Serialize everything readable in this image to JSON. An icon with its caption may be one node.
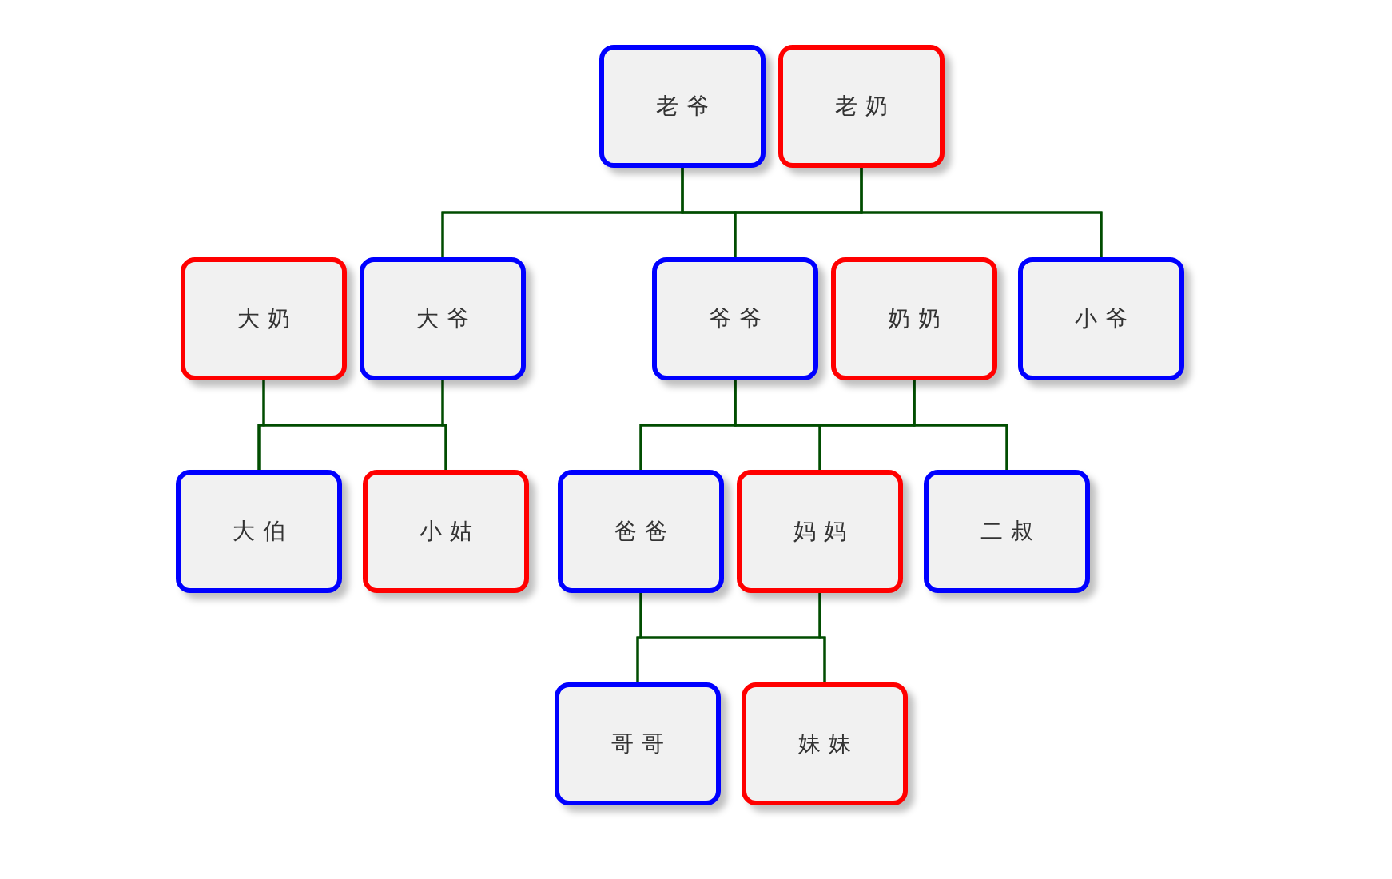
{
  "diagram": {
    "nodes": [
      {
        "text": [
          "老爷"
        ]
      },
      {
        "text": [
          "老奶"
        ]
      },
      {
        "text": [
          "大奶"
        ]
      },
      {
        "text": [
          "大爷"
        ]
      },
      {
        "text": [
          "爷爷"
        ]
      },
      {
        "text": [
          "奶奶"
        ]
      },
      {
        "text": [
          "小爷"
        ]
      },
      {
        "text": [
          "大伯"
        ]
      },
      {
        "text": [
          "小姑"
        ]
      },
      {
        "text": [
          "爸爸"
        ]
      },
      {
        "text": [
          "妈妈"
        ]
      },
      {
        "text": [
          "二叔"
        ]
      },
      {
        "text": [
          "哥哥"
        ]
      },
      {
        "text": [
          "妹妹"
        ]
      }
    ],
    "edges": [
      {
        "from": 0,
        "to": 3,
        "arrow": "none"
      },
      {
        "from": 0,
        "to": 4,
        "arrow": "none"
      },
      {
        "from": 0,
        "to": 6,
        "arrow": "none"
      },
      {
        "from": 1,
        "to": 3,
        "arrow": "none"
      },
      {
        "from": 1,
        "to": 4,
        "arrow": "none"
      },
      {
        "from": 1,
        "to": 6,
        "arrow": "none"
      },
      {
        "from": 2,
        "to": 7,
        "arrow": "none"
      },
      {
        "from": 2,
        "to": 8,
        "arrow": "none"
      },
      {
        "from": 3,
        "to": 7,
        "arrow": "none"
      },
      {
        "from": 3,
        "to": 8,
        "arrow": "none"
      },
      {
        "from": 4,
        "to": 9,
        "arrow": "none"
      },
      {
        "from": 4,
        "to": 10,
        "arrow": "none"
      },
      {
        "from": 4,
        "to": 11,
        "arrow": "none"
      },
      {
        "from": 5,
        "to": 9,
        "arrow": "none"
      },
      {
        "from": 5,
        "to": 10,
        "arrow": "none"
      },
      {
        "from": 5,
        "to": 11,
        "arrow": "none"
      },
      {
        "from": 9,
        "to": 12,
        "arrow": "none"
      },
      {
        "from": 9,
        "to": 13,
        "arrow": "none"
      },
      {
        "from": 10,
        "to": 12,
        "arrow": "none"
      },
      {
        "from": 10,
        "to": 13,
        "arrow": "none"
      }
    ]
  }
}
